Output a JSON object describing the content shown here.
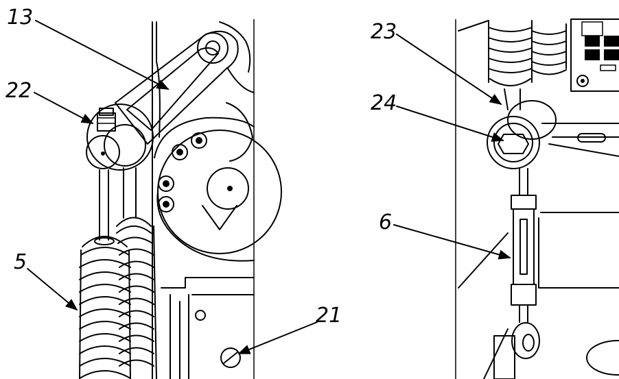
{
  "callouts": {
    "c13": "13",
    "c22": "22",
    "c5": "5",
    "c21": "21",
    "c23": "23",
    "c24": "24",
    "c6": "6"
  }
}
